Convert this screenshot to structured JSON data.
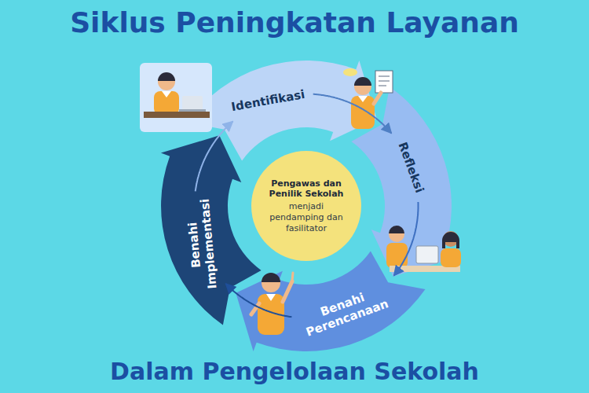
{
  "diagram": {
    "title": "Siklus Peningkatan Layanan",
    "caption": "Dalam Pengelolaan Sekolah",
    "nodes": [
      {
        "text": [
          "Identifikasi"
        ]
      },
      {
        "text": [
          "Refleksi"
        ]
      },
      {
        "text": [
          "Benahi Perencanaan"
        ]
      },
      {
        "text": [
          "Benahi Implementasi"
        ]
      },
      {
        "text": [
          "Pengawas dan Penilik Sekolah",
          "menjadi pendamping dan fasilitator"
        ]
      }
    ],
    "edges": [
      {
        "from": 0,
        "to": 1,
        "arrow": "to"
      },
      {
        "from": 1,
        "to": 2,
        "arrow": "to"
      },
      {
        "from": 2,
        "to": 3,
        "arrow": "to"
      },
      {
        "from": 3,
        "to": 0,
        "arrow": "to"
      }
    ]
  }
}
